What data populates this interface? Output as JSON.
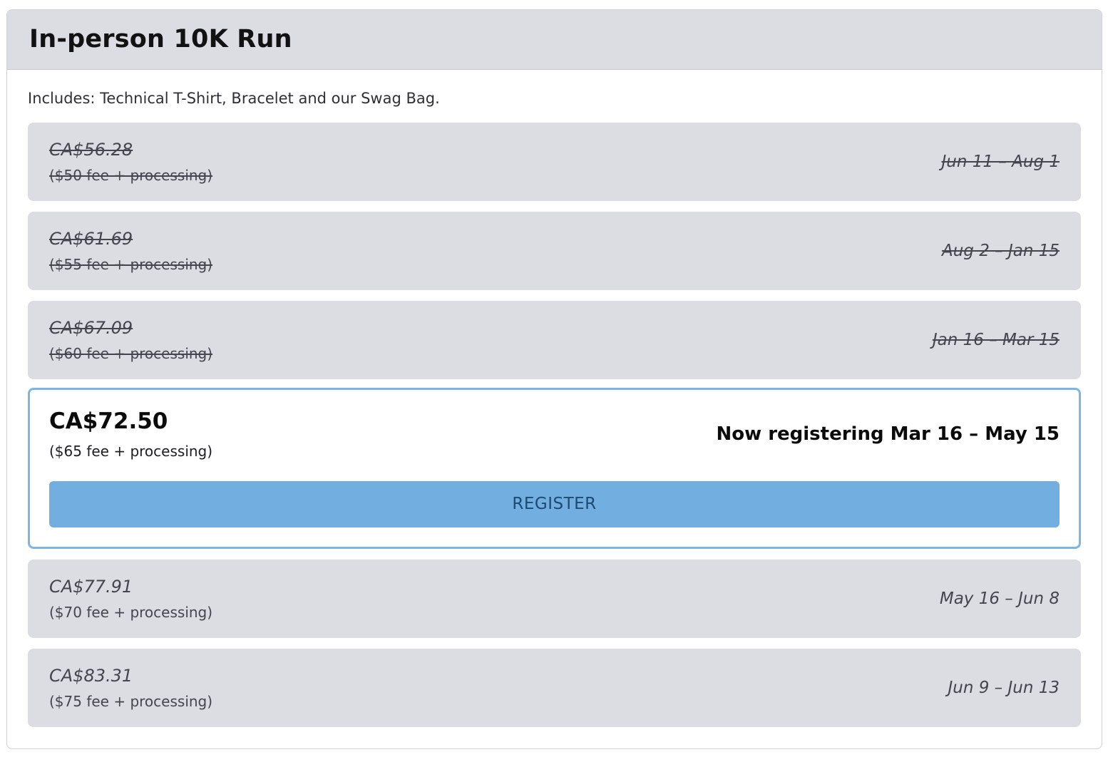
{
  "header": {
    "title": "In-person 10K Run"
  },
  "description": "Includes: Technical T-Shirt, Bracelet and our Swag Bag.",
  "tiers": [
    {
      "price": "CA$56.28",
      "fee": "($50 fee + processing)",
      "dates": "Jun 11 – Aug 1",
      "status": "past"
    },
    {
      "price": "CA$61.69",
      "fee": "($55 fee + processing)",
      "dates": "Aug 2 – Jan 15",
      "status": "past"
    },
    {
      "price": "CA$67.09",
      "fee": "($60 fee + processing)",
      "dates": "Jan 16 – Mar 15",
      "status": "past"
    },
    {
      "price": "CA$72.50",
      "fee": "($65 fee + processing)",
      "dates": "Now registering Mar 16 – May 15",
      "status": "active",
      "button_label": "REGISTER"
    },
    {
      "price": "CA$77.91",
      "fee": "($70 fee + processing)",
      "dates": "May 16 – Jun 8",
      "status": "future"
    },
    {
      "price": "CA$83.31",
      "fee": "($75 fee + processing)",
      "dates": "Jun 9 – Jun 13",
      "status": "future"
    }
  ],
  "colors": {
    "header_bg": "#dcdce3",
    "tier_bg": "#dcdce3",
    "tier_text": "#45454f",
    "active_border": "#7db6e3",
    "button_bg": "#72aedf",
    "button_text": "#1c4a75",
    "card_border": "#d2d2d9"
  }
}
